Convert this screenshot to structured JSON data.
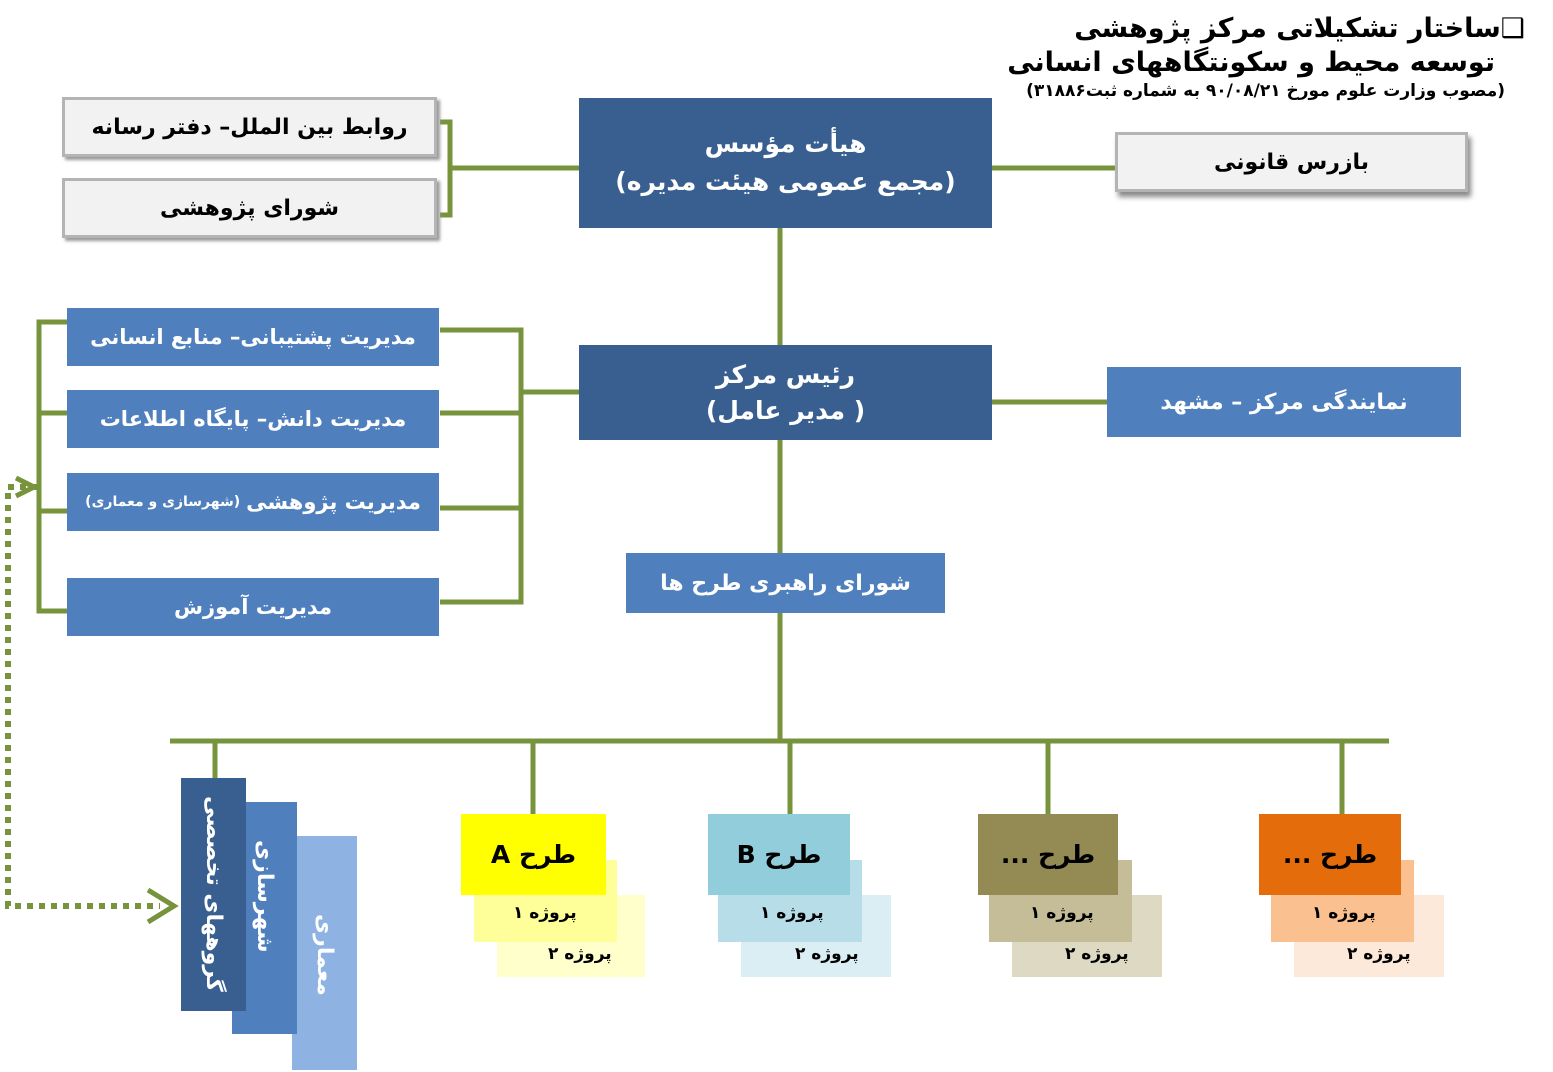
{
  "title": {
    "checkbox": "❑",
    "line1": "ساختار تشکیلاتی مرکز پژوهشی",
    "line2": "توسعه محیط و سکونتگاههای انسانی",
    "line3": "(مصوب وزارت علوم مورخ ۹۰/۰۸/۲۱ به شماره ثبت۳۱۸۸۶)"
  },
  "left_top": {
    "relations": "روابط بین الملل– دفتر رسانه",
    "research_council": "شورای پژوهشی"
  },
  "board": {
    "line1": "هیأت مؤسس",
    "line2": "(مجمع عمومی هیئت مدیره)"
  },
  "inspector": "بازرس قانونی",
  "director": {
    "line1": "رئیس مرکز",
    "line2": "( مدیر عامل)"
  },
  "branch": "نمایندگی مرکز – مشهد",
  "management": {
    "support": "مدیریت پشتیبانی– منابع انسانی",
    "knowledge": "مدیریت دانش– پایگاه اطلاعات",
    "research_main": "مدیریت پژوهشی",
    "research_sub": "(شهرسازی و معماری)",
    "education": "مدیریت آموزش"
  },
  "steering_council": "شورای راهبری طرح ها",
  "groups": {
    "specialized": "گروههای تخصصی",
    "urbanism": "شهرسازی",
    "architecture": "معماری"
  },
  "plans": [
    {
      "label": "طرح A",
      "project1": "پروژه ۱",
      "project2": "پروژه ۲"
    },
    {
      "label": "طرح B",
      "project1": "پروژه ۱",
      "project2": "پروژه ۲"
    },
    {
      "label": "طرح ...",
      "project1": "پروژه ۱",
      "project2": "پروژه ۲"
    },
    {
      "label": "طرح ...",
      "project1": "پروژه ۱",
      "project2": "پروژه ۲"
    }
  ],
  "colors": {
    "connector": "#77933c",
    "dark_blue": "#385f8f",
    "mid_blue": "#4f80bd",
    "light_blue": "#8eb3e3",
    "plan_a": "#ffff00",
    "plan_b": "#92cddc",
    "plan_c": "#948a54",
    "plan_d": "#e46c0a"
  }
}
